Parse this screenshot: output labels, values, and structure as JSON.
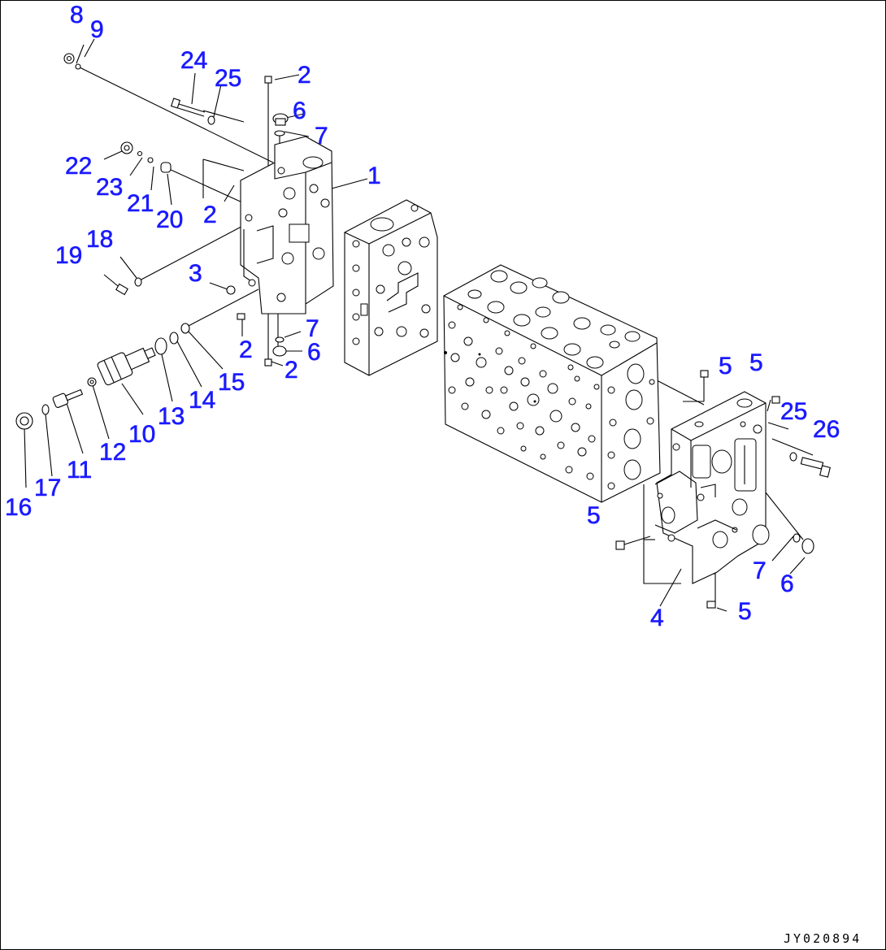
{
  "drawing_code": "JY020894",
  "labels": [
    "8",
    "9",
    "24",
    "25",
    "2",
    "6",
    "7",
    "22",
    "23",
    "21",
    "20",
    "1",
    "2",
    "19",
    "18",
    "3",
    "2",
    "7",
    "6",
    "2",
    "15",
    "14",
    "13",
    "10",
    "12",
    "11",
    "17",
    "16",
    "5",
    "5",
    "25",
    "26",
    "5",
    "7",
    "6",
    "4",
    "5"
  ],
  "colors": {
    "callout": "#1a1aff",
    "line": "#000000",
    "background": "#ffffff"
  }
}
